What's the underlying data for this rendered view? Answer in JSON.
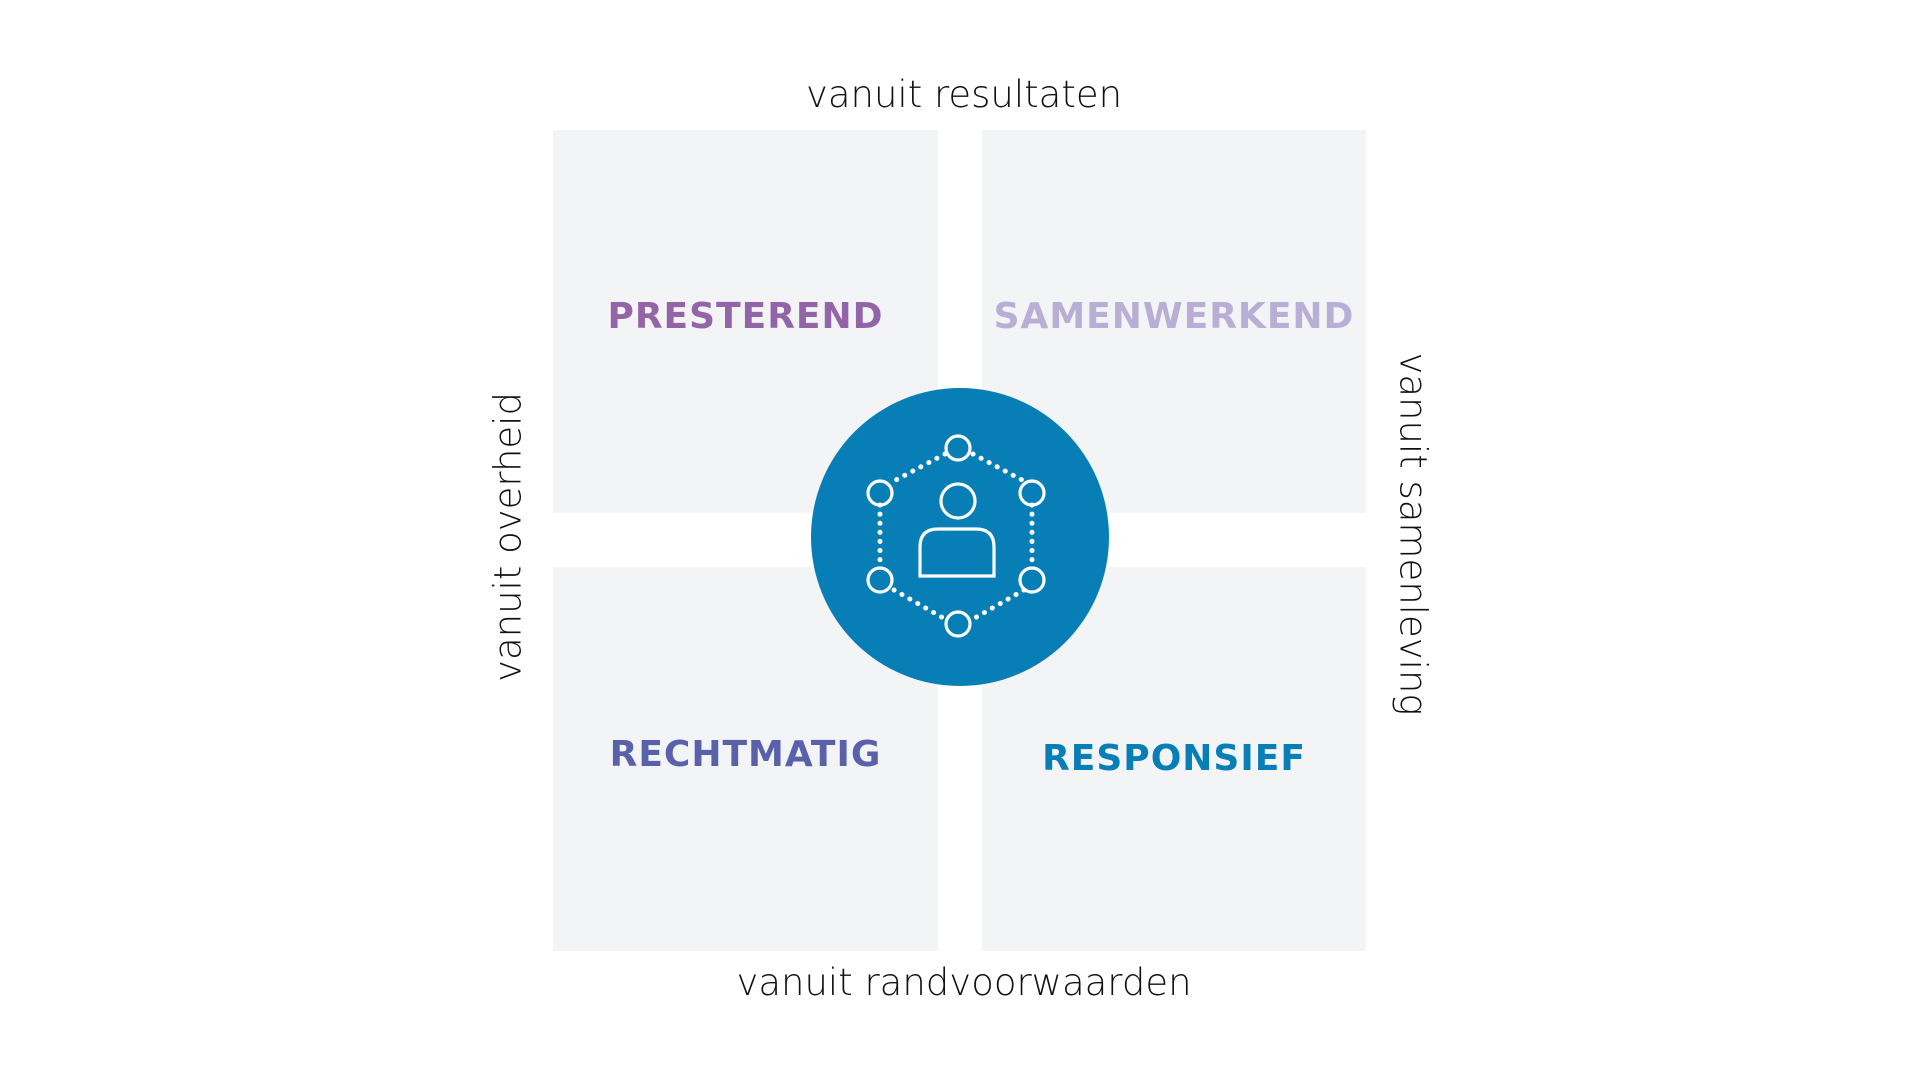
{
  "axes": {
    "top": "vanuit resultaten",
    "bottom": "vanuit randvoorwaarden",
    "left": "vanuit overheid",
    "right": "vanuit samenleving"
  },
  "quadrants": [
    {
      "position": "top-left",
      "label": "PRESTEREND",
      "color": "#9464A8"
    },
    {
      "position": "top-right",
      "label": "SAMENWERKEND",
      "color": "#B8AED6"
    },
    {
      "position": "bottom-left",
      "label": "RECHTMATIG",
      "color": "#5861A9"
    },
    {
      "position": "bottom-right",
      "label": "RESPONSIEF",
      "color": "#077FB6"
    }
  ],
  "center": {
    "icon": "person-network-icon",
    "color": "#077FB6",
    "icon_color": "#FFFFFF"
  },
  "colors": {
    "quadrant_background": "#F3F4F6",
    "axis_text": "#111111",
    "page_background": "#FFFFFF"
  }
}
